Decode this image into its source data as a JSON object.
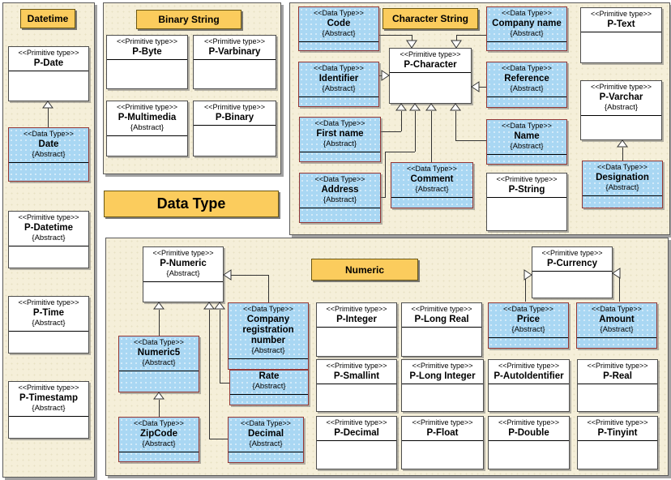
{
  "labels": {
    "abstract": "{Abstract}"
  },
  "stereotypes": {
    "primitive": "<<Primitive type>>",
    "datatype": "<<Data Type>>"
  },
  "main_title": "Data Type",
  "panels": {
    "datetime": {
      "title": "Datetime"
    },
    "binary_string": {
      "title": "Binary String"
    },
    "character_string": {
      "title": "Character String"
    },
    "numeric": {
      "title": "Numeric"
    }
  },
  "colors": {
    "panel_bg": "#F5EFD9",
    "title_bg": "#FBCC5D",
    "primitive_box_bg": "#FFFFFF",
    "primitive_box_border": "#4D4D4D",
    "datatype_box_bg": "#A9D7F3",
    "datatype_box_border": "#943634",
    "line": "#333333"
  },
  "classes": {
    "p_date": {
      "name": "P-Date",
      "stereotype": "Primitive type",
      "abstract": false
    },
    "date": {
      "name": "Date",
      "stereotype": "Data Type",
      "abstract": true
    },
    "p_datetime": {
      "name": "P-Datetime",
      "stereotype": "Primitive type",
      "abstract": true
    },
    "p_time": {
      "name": "P-Time",
      "stereotype": "Primitive type",
      "abstract": true
    },
    "p_timestamp": {
      "name": "P-Timestamp",
      "stereotype": "Primitive type",
      "abstract": true
    },
    "p_byte": {
      "name": "P-Byte",
      "stereotype": "Primitive type",
      "abstract": false
    },
    "p_varbinary": {
      "name": "P-Varbinary",
      "stereotype": "Primitive type",
      "abstract": false
    },
    "p_multimedia": {
      "name": "P-Multimedia",
      "stereotype": "Primitive type",
      "abstract": true
    },
    "p_binary": {
      "name": "P-Binary",
      "stereotype": "Primitive type",
      "abstract": false
    },
    "code": {
      "name": "Code",
      "stereotype": "Data Type",
      "abstract": true
    },
    "company_name": {
      "name": "Company name",
      "stereotype": "Data Type",
      "abstract": true
    },
    "p_text": {
      "name": "P-Text",
      "stereotype": "Primitive type",
      "abstract": false
    },
    "identifier": {
      "name": "Identifier",
      "stereotype": "Data Type",
      "abstract": true
    },
    "p_character": {
      "name": "P-Character",
      "stereotype": "Primitive type",
      "abstract": false
    },
    "reference": {
      "name": "Reference",
      "stereotype": "Data Type",
      "abstract": true
    },
    "p_varchar": {
      "name": "P-Varchar",
      "stereotype": "Primitive type",
      "abstract": true
    },
    "first_name": {
      "name": "First name",
      "stereotype": "Data Type",
      "abstract": true
    },
    "name": {
      "name": "Name",
      "stereotype": "Data Type",
      "abstract": true
    },
    "comment": {
      "name": "Comment",
      "stereotype": "Data Type",
      "abstract": true
    },
    "address": {
      "name": "Address",
      "stereotype": "Data Type",
      "abstract": true
    },
    "p_string": {
      "name": "P-String",
      "stereotype": "Primitive type",
      "abstract": false
    },
    "designation": {
      "name": "Designation",
      "stereotype": "Data Type",
      "abstract": true
    },
    "p_numeric": {
      "name": "P-Numeric",
      "stereotype": "Primitive type",
      "abstract": true
    },
    "p_currency": {
      "name": "P-Currency",
      "stereotype": "Primitive type",
      "abstract": false
    },
    "company_registration_number": {
      "name": "Company registration number",
      "stereotype": "Data Type",
      "abstract": true
    },
    "rate": {
      "name": "Rate",
      "abstract": true
    },
    "numeric5": {
      "name": "Numeric5",
      "stereotype": "Data Type",
      "abstract": true
    },
    "zipcode": {
      "name": "ZipCode",
      "stereotype": "Data Type",
      "abstract": true
    },
    "decimal": {
      "name": "Decimal",
      "stereotype": "Data Type",
      "abstract": true
    },
    "p_integer": {
      "name": "P-Integer",
      "stereotype": "Primitive type",
      "abstract": false
    },
    "p_long_real": {
      "name": "P-Long Real",
      "stereotype": "Primitive type",
      "abstract": false
    },
    "price": {
      "name": "Price",
      "stereotype": "Data Type",
      "abstract": true
    },
    "amount": {
      "name": "Amount",
      "stereotype": "Data Type",
      "abstract": true
    },
    "p_smallint": {
      "name": "P-Smallint",
      "stereotype": "Primitive type",
      "abstract": false
    },
    "p_long_integer": {
      "name": "P-Long Integer",
      "stereotype": "Primitive type",
      "abstract": false
    },
    "p_autoidentifier": {
      "name": "P-AutoIdentifier",
      "stereotype": "Primitive type",
      "abstract": false
    },
    "p_real": {
      "name": "P-Real",
      "stereotype": "Primitive type",
      "abstract": false
    },
    "p_decimal": {
      "name": "P-Decimal",
      "stereotype": "Primitive type",
      "abstract": false
    },
    "p_float": {
      "name": "P-Float",
      "stereotype": "Primitive type",
      "abstract": false
    },
    "p_double": {
      "name": "P-Double",
      "stereotype": "Primitive type",
      "abstract": false
    },
    "p_tinyint": {
      "name": "P-Tinyint",
      "stereotype": "Primitive type",
      "abstract": false
    }
  }
}
